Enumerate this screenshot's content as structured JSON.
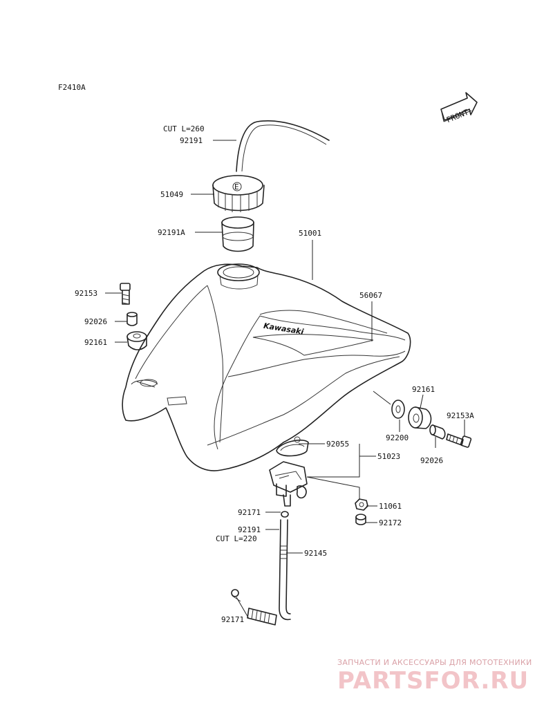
{
  "diagram_code": "F2410A",
  "front_label": "FRONT",
  "tank_logo": "Kawasaki",
  "cap_mark": "E",
  "callouts": {
    "cut_l260": "CUT L=260",
    "p92191": "92191",
    "p51049": "51049",
    "p92191a": "92191A",
    "p51001": "51001",
    "p92153": "92153",
    "p56067": "56067",
    "p92026_left": "92026",
    "p92161_left": "92161",
    "p92161_right": "92161",
    "p92153a": "92153A",
    "p92200": "92200",
    "p92026_right": "92026",
    "p92055": "92055",
    "p51023": "51023",
    "p11061": "11061",
    "p92171_upper": "92171",
    "p92172": "92172",
    "p92191_lower": "92191",
    "cut_l220": "CUT L=220",
    "p92145": "92145",
    "p92171_lower": "92171"
  },
  "watermark": {
    "tagline": "ЗАПЧАСТИ И АКСЕССУАРЫ ДЛЯ МОТОТЕХНИКИ",
    "brand": "PARTSFOR.RU"
  }
}
